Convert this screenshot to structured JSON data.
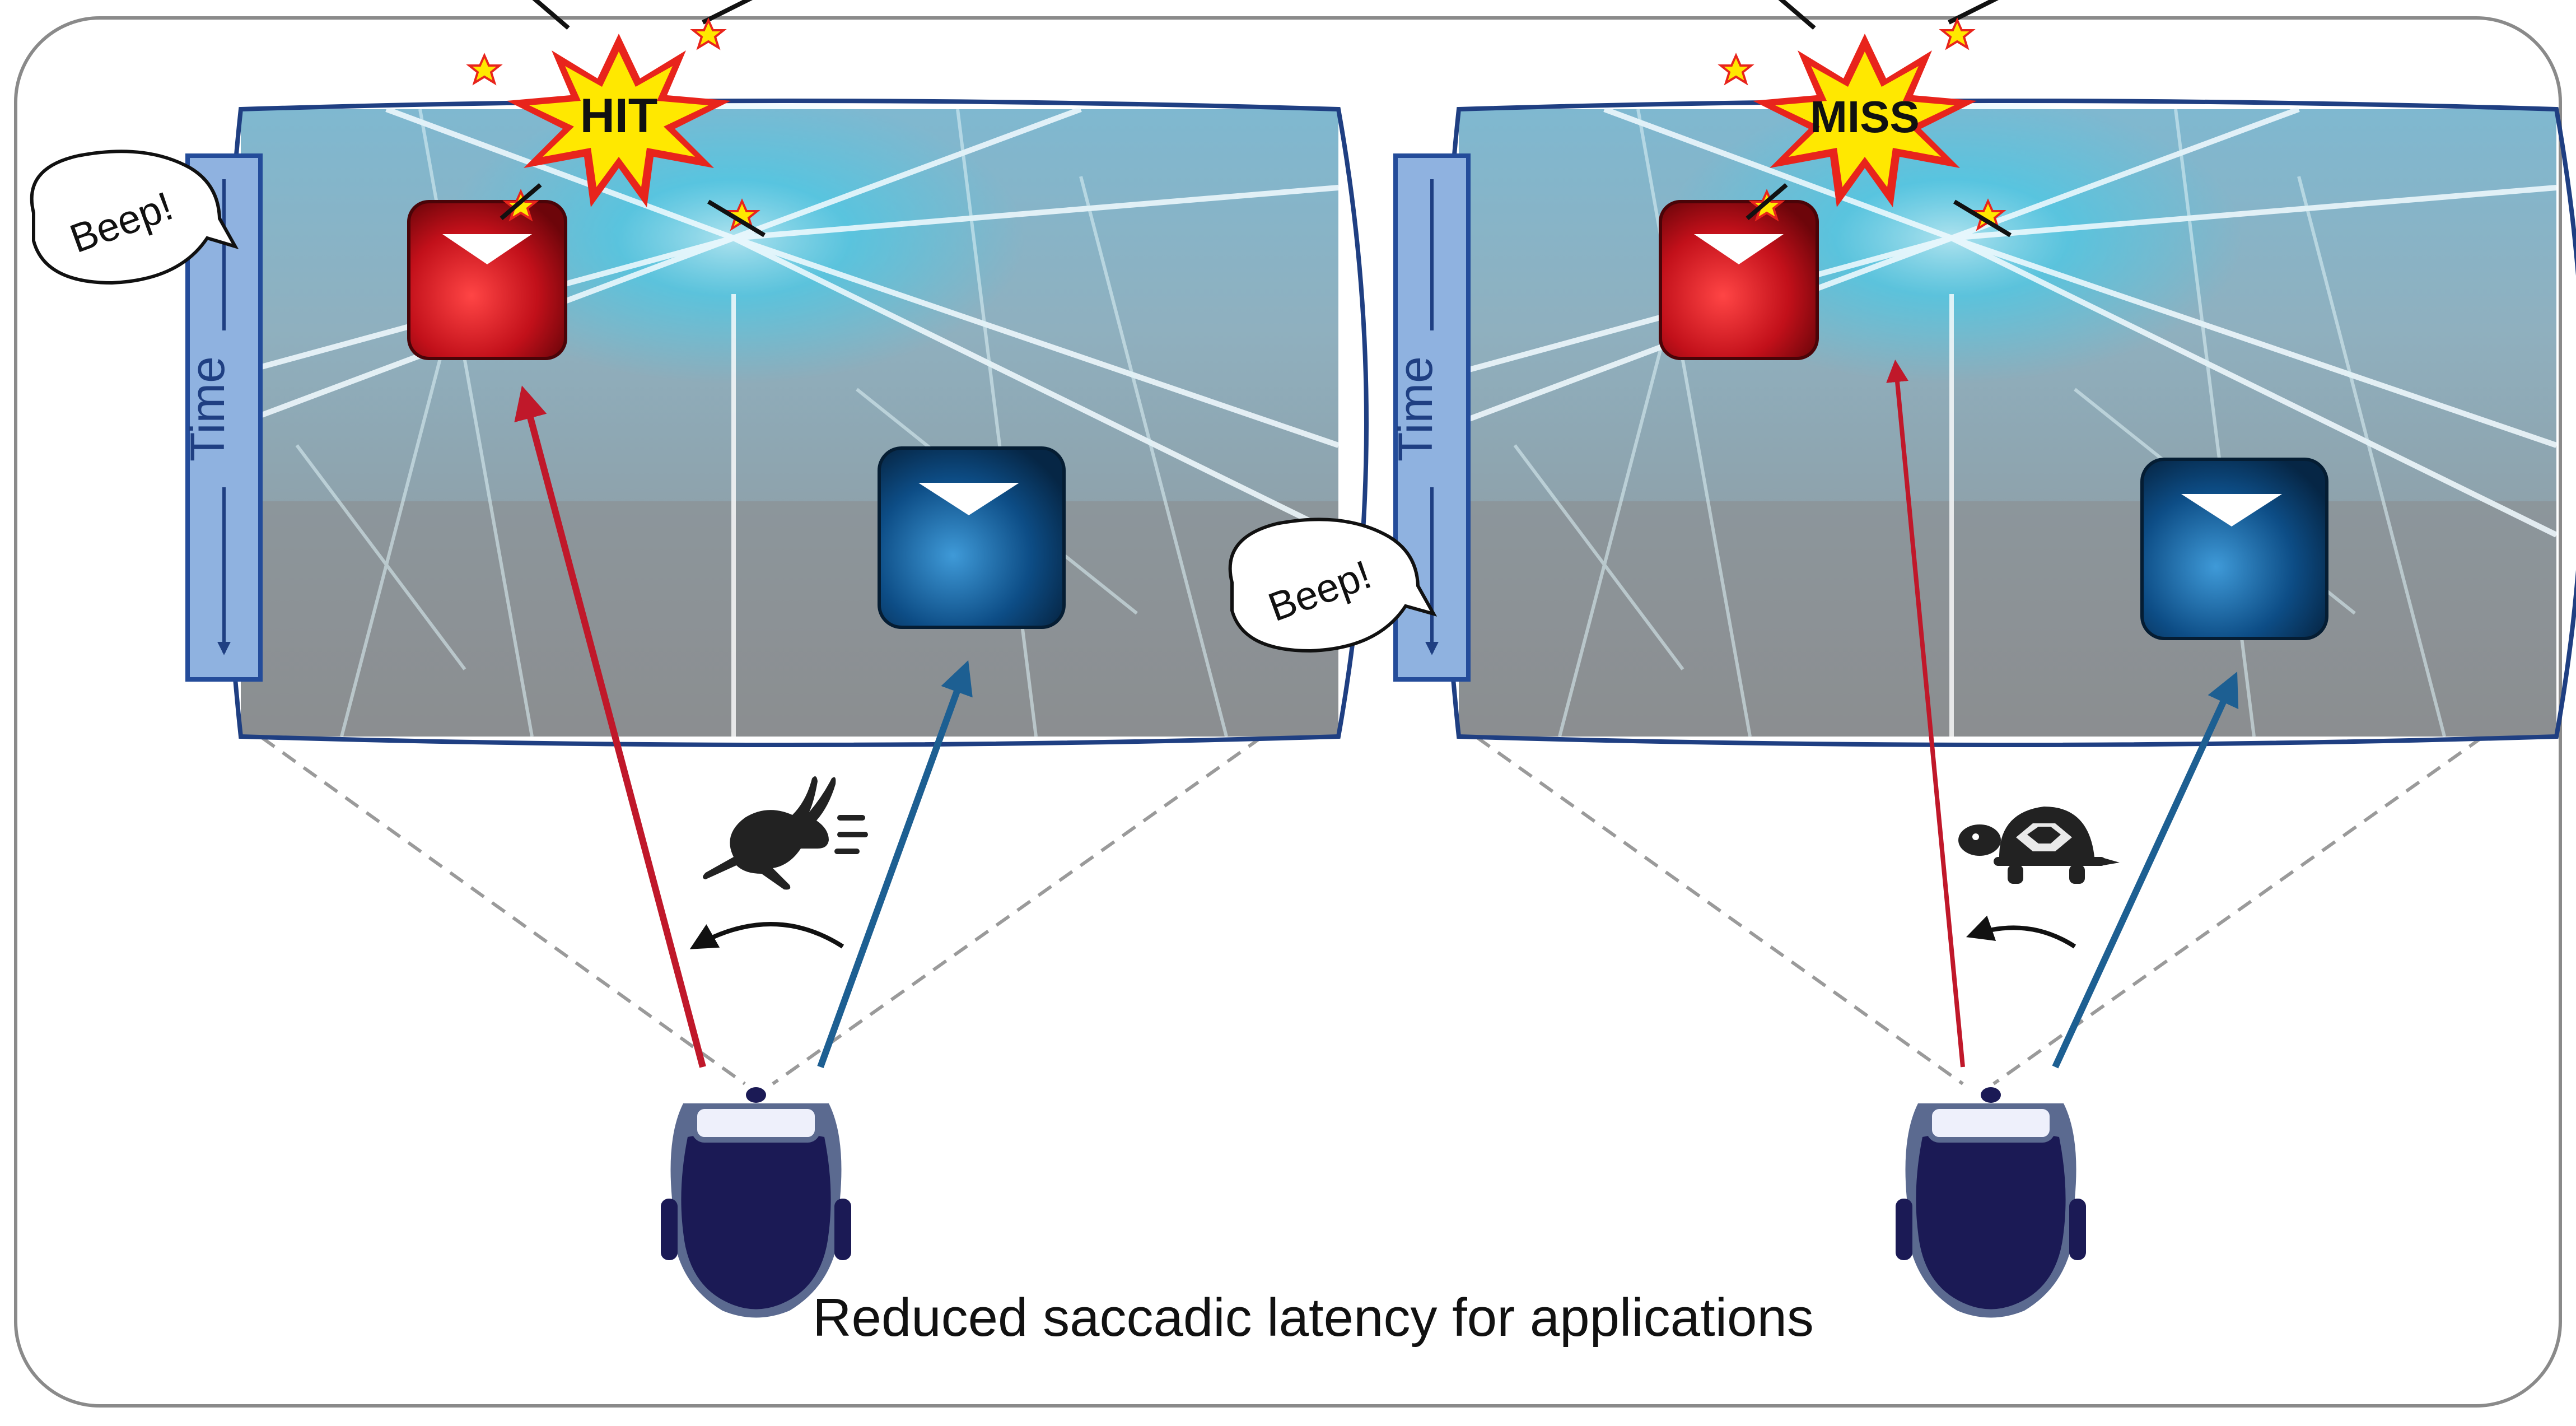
{
  "caption": "Reduced saccadic latency for applications",
  "panels": [
    {
      "id": "left",
      "result_label": "HIT",
      "beep_label": "Beep!",
      "time_label": "Time",
      "speed_icon": "rabbit-icon",
      "outcome": "hit"
    },
    {
      "id": "right",
      "result_label": "MISS",
      "beep_label": "Beep!",
      "time_label": "Time",
      "speed_icon": "turtle-icon",
      "outcome": "miss"
    }
  ],
  "colors": {
    "red_ray": "#c0182a",
    "blue_ray": "#1d5f92",
    "headset_dark": "#1b1a55",
    "headset_frame": "#5b6a90",
    "time_bar_fill": "#8fb2e0",
    "time_bar_stroke": "#244c9a",
    "screen_border": "#1f3f82",
    "burst_yellow": "#ffe800",
    "burst_red": "#e8241c"
  }
}
